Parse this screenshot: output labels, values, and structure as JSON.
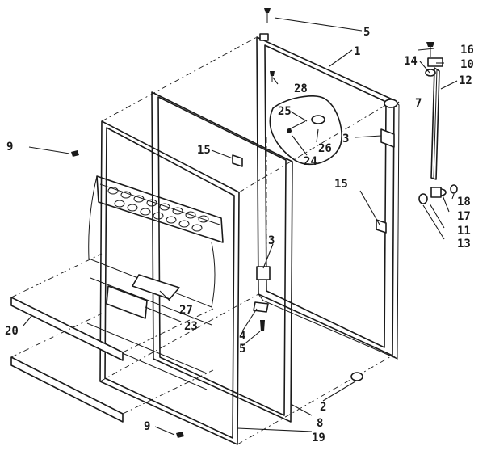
{
  "labels": {
    "l1": "1",
    "l2": "2",
    "l3a": "3",
    "l3b": "3",
    "l4": "4",
    "l5a": "5",
    "l5b": "5",
    "l7": "7",
    "l8": "8",
    "l9a": "9",
    "l9b": "9",
    "l10": "10",
    "l11": "11",
    "l12": "12",
    "l13": "13",
    "l14": "14",
    "l15a": "15",
    "l15b": "15",
    "l16": "16",
    "l17": "17",
    "l18": "18",
    "l19": "19",
    "l20": "20",
    "l23": "23",
    "l24": "24",
    "l25": "25",
    "l26": "26",
    "l27": "27",
    "l28": "28"
  }
}
